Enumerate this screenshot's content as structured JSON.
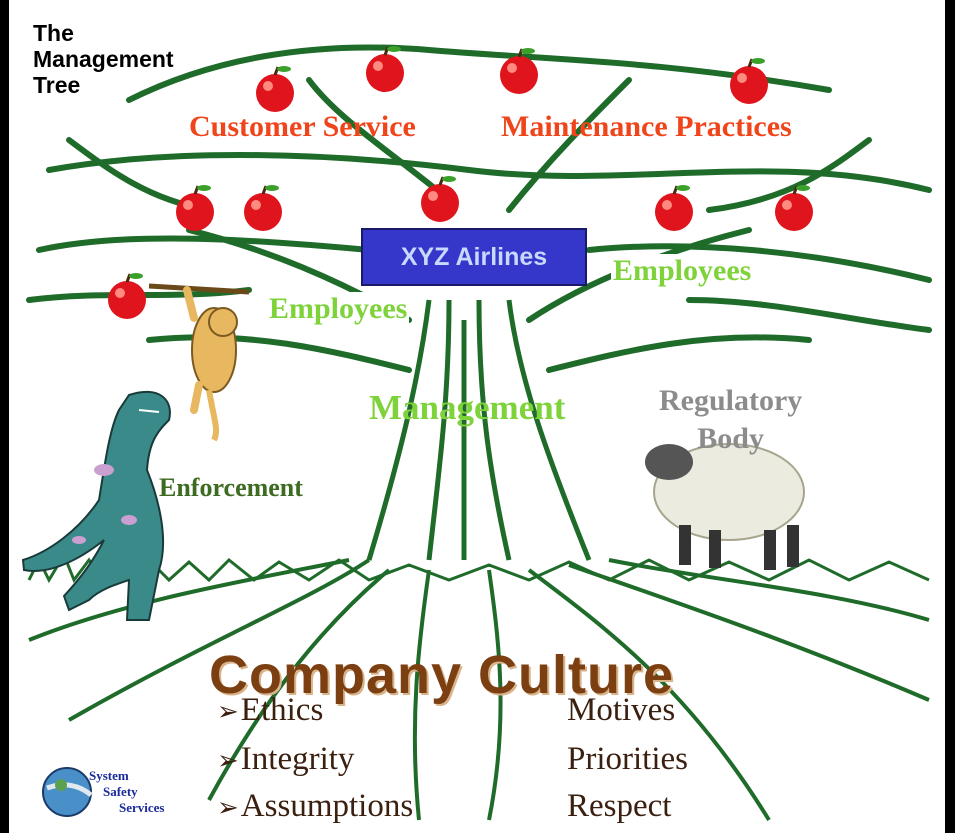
{
  "title": {
    "line1": "The",
    "line2": "Management",
    "line3": "Tree"
  },
  "fruit_labels": {
    "customer_service": "Customer Service",
    "maintenance_practices": "Maintenance Practices"
  },
  "trunk_box": "XYZ Airlines",
  "branch_labels": {
    "employees_left": "Employees",
    "employees_right": "Employees",
    "management": "Management"
  },
  "regulator": {
    "line1": "Regulatory",
    "line2": "Body"
  },
  "enforcement": "Enforcement",
  "culture": {
    "heading": "Company Culture",
    "arrow": "➢",
    "left_values": [
      "Ethics",
      "Integrity",
      "Assumptions"
    ],
    "right_values": [
      "Motives",
      "Priorities",
      "Respect"
    ]
  },
  "logo": {
    "line1": "System",
    "line2": "Safety",
    "line3": "Services"
  },
  "colors": {
    "tree": "#1f6b2a",
    "apple": "#e0141c",
    "fruit_text": "#f0441a",
    "branch_text": "#7ed23a",
    "culture_text": "#7b3f12",
    "box": "#3437c9"
  }
}
